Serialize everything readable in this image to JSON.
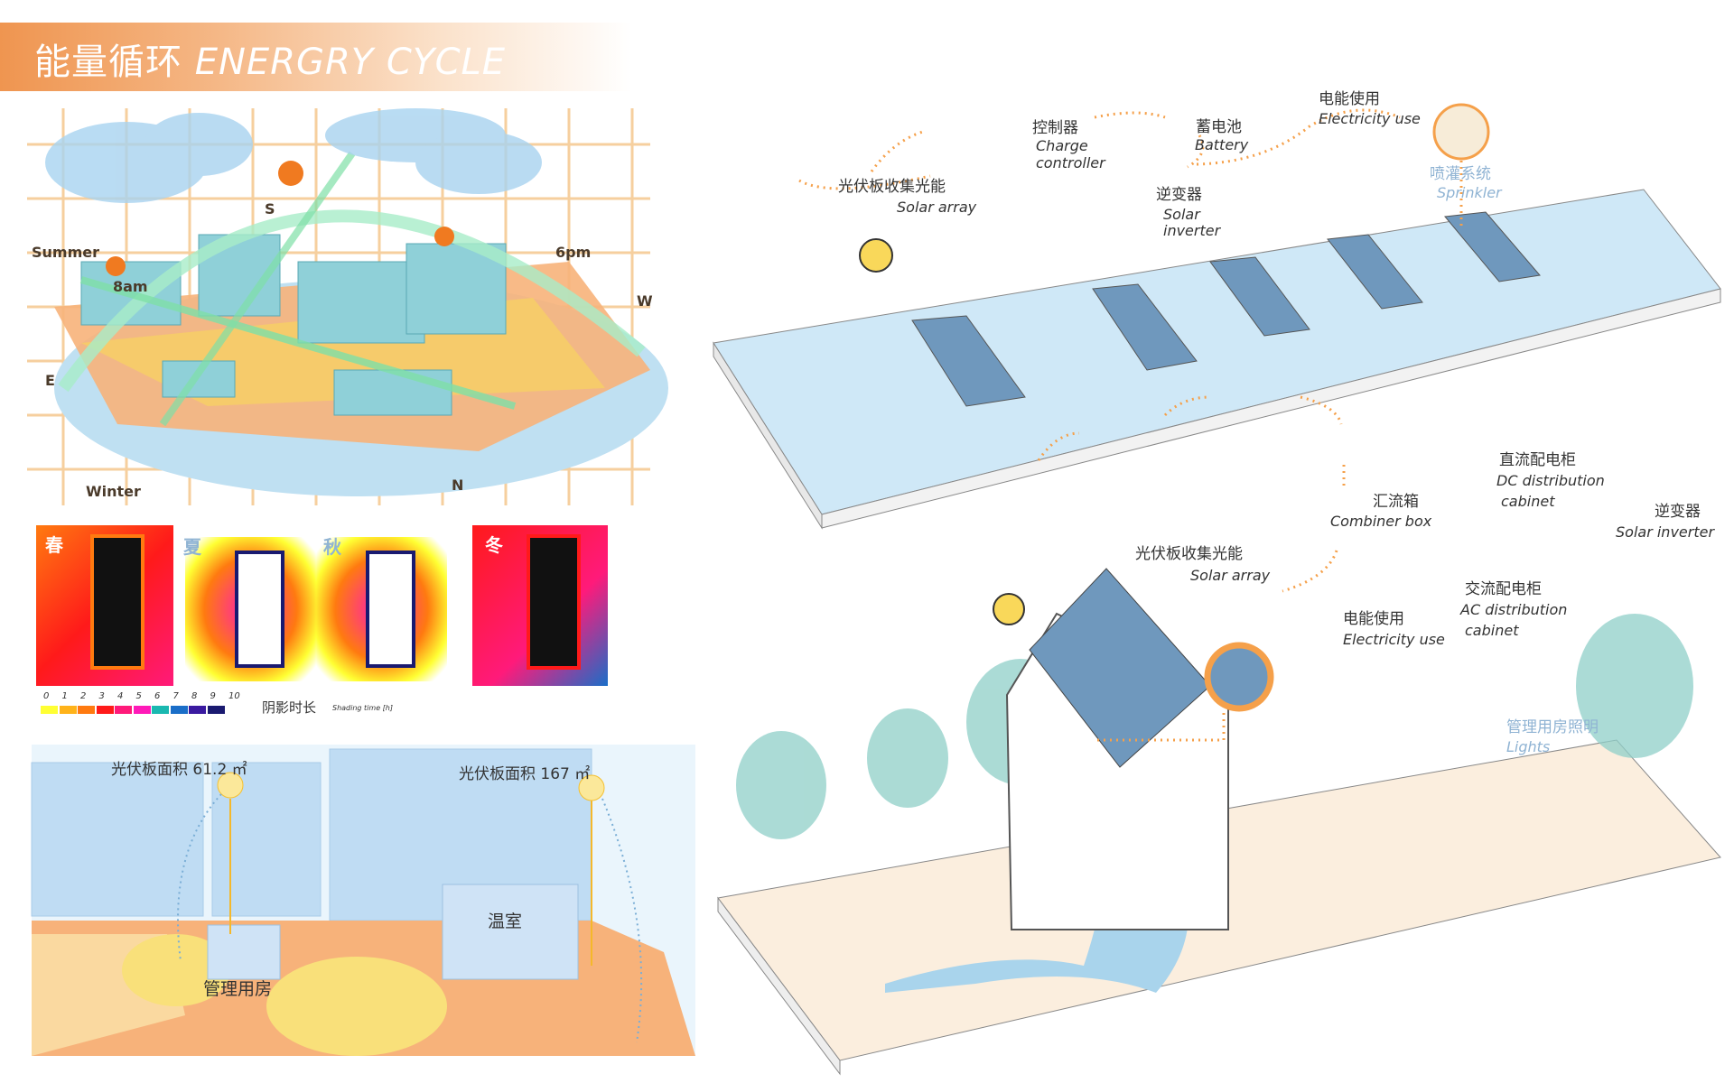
{
  "title": {
    "zh": "能量循环",
    "en": "ENERGRY CYCLE"
  },
  "sun_path": {
    "labels": {
      "summer": "Summer",
      "winter": "Winter",
      "am": "8am",
      "pm": "6pm",
      "south": "S",
      "west": "W",
      "east": "E",
      "north": "N"
    }
  },
  "shading": {
    "seasons": [
      "春",
      "夏",
      "秋",
      "冬"
    ],
    "legend_ticks": [
      "0",
      "1",
      "2",
      "3",
      "4",
      "5",
      "6",
      "7",
      "8",
      "9",
      "10"
    ],
    "legend_colors": [
      "#ffff33",
      "#ffb31a",
      "#ff7a10",
      "#ff1a1a",
      "#ff1a7a",
      "#ff1ab8",
      "#1ab8b0",
      "#1a6ec8",
      "#3a1aa0",
      "#1a1a70"
    ],
    "legend_label_zh": "阴影时长",
    "legend_label_en": "Shading time [h]"
  },
  "site_plan": {
    "pv_area_left": "光伏板面积 61.2 ㎡",
    "pv_area_right": "光伏板面积 167 ㎡",
    "greenhouse": "温室",
    "management_house": "管理用房"
  },
  "farm_system": {
    "solar_array_zh": "光伏板收集光能",
    "solar_array_en": "Solar array",
    "controller_zh": "控制器",
    "controller_en1": "Charge",
    "controller_en2": "controller",
    "battery_zh": "蓄电池",
    "battery_en": "Battery",
    "inverter_zh": "逆变器",
    "inverter_en1": "Solar",
    "inverter_en2": "inverter",
    "use_zh": "电能使用",
    "use_en": "Electricity use",
    "sprinkler_zh": "喷灌系统",
    "sprinkler_en": "Sprinkler"
  },
  "house_system": {
    "dc_zh": "直流配电柜",
    "dc_en1": "DC distribution",
    "dc_en2": "cabinet",
    "combiner_zh": "汇流箱",
    "combiner_en": "Combiner box",
    "inverter_zh": "逆变器",
    "inverter_en": "Solar inverter",
    "solar_array_zh": "光伏板收集光能",
    "solar_array_en": "Solar array",
    "ac_zh": "交流配电柜",
    "ac_en1": "AC distribution",
    "ac_en2": "cabinet",
    "use_zh": "电能使用",
    "use_en": "Electricity use",
    "lights_zh": "管理用房照明",
    "lights_en": "Lights"
  },
  "colors": {
    "accent": "#ef9550",
    "water": "#bfe0f2",
    "sun": "#f9d85a",
    "arrow": "#f5a04a",
    "panel": "#6f98bd"
  }
}
